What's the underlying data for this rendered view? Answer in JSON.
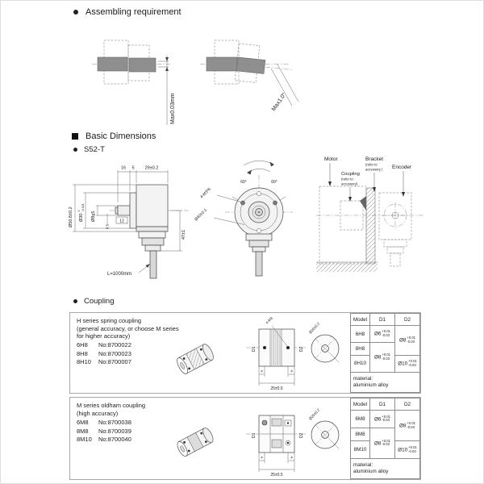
{
  "assembling": {
    "section_title": "Assembling requirement",
    "parallel_tolerance": "Max0.03mm",
    "angular_tolerance": "Max1.0°"
  },
  "basic": {
    "section_title": "Basic Dimensions",
    "model": "S52-T",
    "dims": {
      "top_16": "16",
      "top_5": "5",
      "top_29": "29±0.2",
      "body_dia": "Ø50.8±0.2",
      "flange_dia": "Ø30",
      "flange_tol_top": "0",
      "flange_tol_bottom": "-0.021",
      "shaft_dia": "Ø8g5",
      "step": "0.5",
      "key_len": "12",
      "height": "47±1",
      "cable_len": "L=1000mm",
      "mount_holes": "4-M3*6",
      "bolt_circle": "Ø40±0.1",
      "angle_left": "60°",
      "angle_right": "60°"
    },
    "install": {
      "motor": "Motor",
      "coupling_line1": "Coupling",
      "coupling_line2": "(refer to",
      "coupling_line3": "accessory)",
      "bracket_line1": "Bracket",
      "bracket_line2": "(refer to",
      "bracket_line3": "accessory )",
      "encoder": "Encoder"
    }
  },
  "coupling": {
    "section_title": "Coupling",
    "tol_sup": "+0.01",
    "tol_sub": "-0.03",
    "h_series": {
      "desc_line1": "H series spring coupling",
      "desc_line2": "(general accuracy, or choose M series",
      "desc_line3": "for higher accuracy)",
      "parts": [
        {
          "model": "6H8",
          "no": "No:8700022"
        },
        {
          "model": "8H8",
          "no": "No:8700023"
        },
        {
          "model": "8H10",
          "no": "No:8700007"
        }
      ],
      "drawing": {
        "screw": "4-M3",
        "outer_dia": "Ø20±0.2",
        "side_a": "4",
        "side_b": "4",
        "length": "25±0.5",
        "bore_left": "D1",
        "bore_right": "D2"
      },
      "table": {
        "h_model": "Model",
        "h_d1": "D1",
        "h_d2": "D2",
        "r1_model": "6H8",
        "r2_model": "8H8",
        "r3_model": "8H10",
        "d1_r1": "Ø6",
        "d1_r23": "Ø8",
        "d2_r12": "Ø8",
        "d2_r3": "Ø10",
        "material_label": "material:",
        "material_value": "aluminium alloy"
      }
    },
    "m_series": {
      "desc_line1": "M series oldham coupling",
      "desc_line2": "(high accuracy)",
      "parts": [
        {
          "model": "6M8",
          "no": "No:8700038"
        },
        {
          "model": "8M8",
          "no": "No:8700039"
        },
        {
          "model": "8M10",
          "no": "No:8700040"
        }
      ],
      "drawing": {
        "outer_dia": "Ø20±0.2",
        "side_a": "4",
        "side_b": "4",
        "length": "25±0.5",
        "bore_left": "D1",
        "bore_right": "D2"
      },
      "table": {
        "h_model": "Model",
        "h_d1": "D1",
        "h_d2": "D2",
        "r1_model": "6M8",
        "r2_model": "8M8",
        "r3_model": "8M10",
        "d1_r1": "Ø6",
        "d1_r23": "Ø8",
        "d2_r12": "Ø8",
        "d2_r3": "Ø10",
        "material_label": "material:",
        "material_value": "aluminium alloy"
      }
    }
  }
}
